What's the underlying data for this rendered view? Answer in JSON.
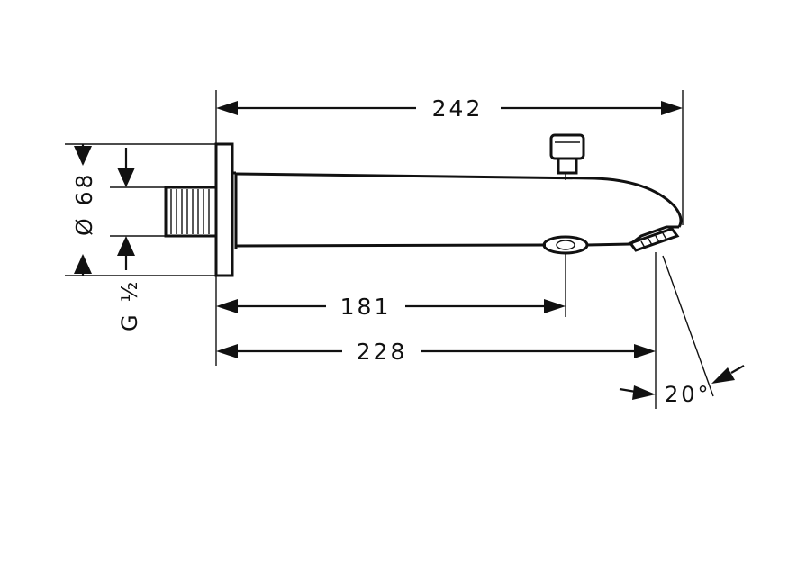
{
  "dimensions": {
    "overall_length": "242",
    "outlet_position": "181",
    "spout_length": "228",
    "spray_angle": "20°",
    "rosette_diameter": "Ø 68",
    "thread": "G ½"
  }
}
